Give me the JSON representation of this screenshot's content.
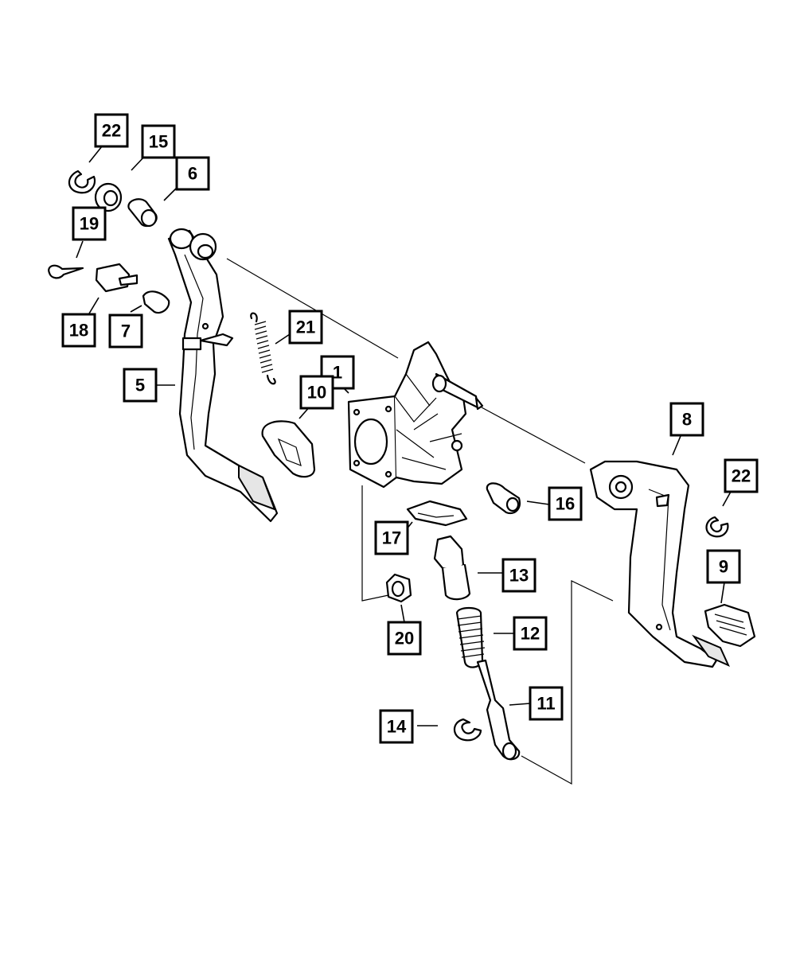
{
  "diagram": {
    "callouts": [
      {
        "id": "c22a",
        "label": "22"
      },
      {
        "id": "c15",
        "label": "15"
      },
      {
        "id": "c6",
        "label": "6"
      },
      {
        "id": "c19",
        "label": "19"
      },
      {
        "id": "c18",
        "label": "18"
      },
      {
        "id": "c7",
        "label": "7"
      },
      {
        "id": "c21",
        "label": "21"
      },
      {
        "id": "c1",
        "label": "1"
      },
      {
        "id": "c5",
        "label": "5"
      },
      {
        "id": "c10",
        "label": "10"
      },
      {
        "id": "c8",
        "label": "8"
      },
      {
        "id": "c22b",
        "label": "22"
      },
      {
        "id": "c16",
        "label": "16"
      },
      {
        "id": "c17",
        "label": "17"
      },
      {
        "id": "c9",
        "label": "9"
      },
      {
        "id": "c13",
        "label": "13"
      },
      {
        "id": "c20",
        "label": "20"
      },
      {
        "id": "c12",
        "label": "12"
      },
      {
        "id": "c11",
        "label": "11"
      },
      {
        "id": "c14",
        "label": "14"
      }
    ]
  }
}
